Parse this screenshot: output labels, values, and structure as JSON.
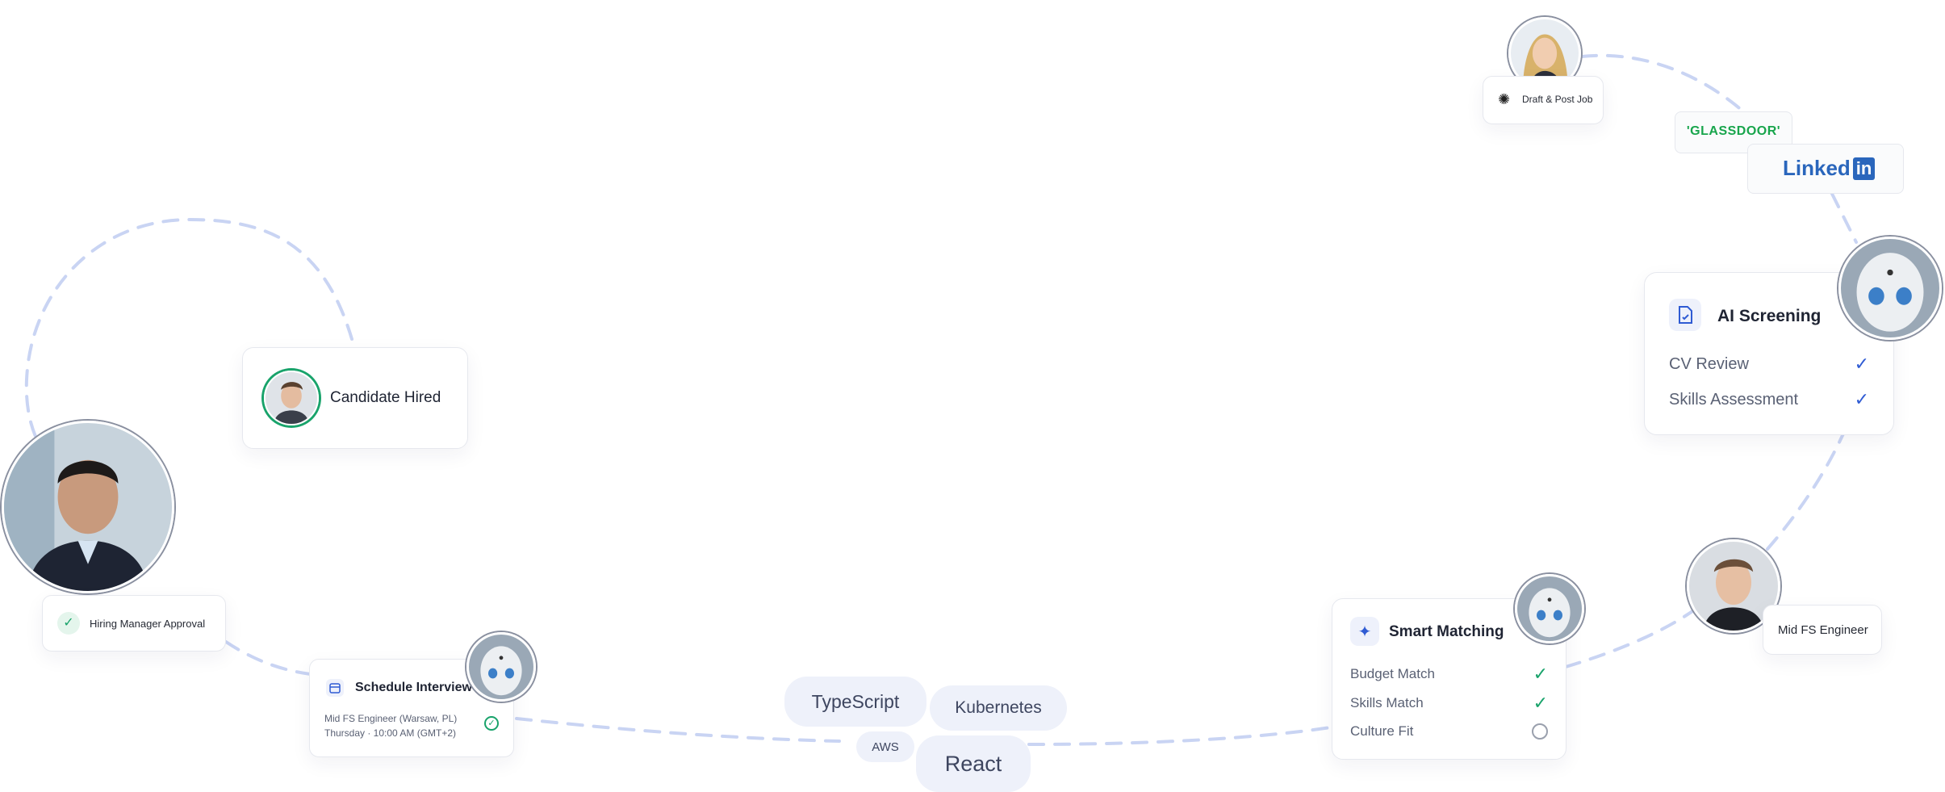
{
  "draft_post": {
    "label": "Draft & Post Job"
  },
  "brands": {
    "glassdoor": "'GLASSDOOR'",
    "linkedin_text": "Linked",
    "linkedin_in": "in"
  },
  "ai_screening": {
    "title": "AI Screening",
    "items": [
      {
        "label": "CV Review",
        "status": "done"
      },
      {
        "label": "Skills Assessment",
        "status": "done"
      }
    ]
  },
  "candidate": {
    "label": "Mid FS Engineer"
  },
  "smart_matching": {
    "title": "Smart Matching",
    "items": [
      {
        "label": "Budget Match",
        "status": "done"
      },
      {
        "label": "Skills Match",
        "status": "done"
      },
      {
        "label": "Culture Fit",
        "status": "pending"
      }
    ]
  },
  "skills": {
    "typescript": "TypeScript",
    "kubernetes": "Kubernetes",
    "aws": "AWS",
    "react": "React"
  },
  "schedule": {
    "title": "Schedule Interview",
    "line1": "Mid FS Engineer (Warsaw, PL)",
    "line2": "Thursday · 10:00 AM (GMT+2)"
  },
  "approval": {
    "label": "Hiring Manager Approval"
  },
  "hired": {
    "label": "Candidate Hired"
  },
  "colors": {
    "accent": "#2f5bd3",
    "success": "#19a36b",
    "path": "#c9d4f3"
  }
}
